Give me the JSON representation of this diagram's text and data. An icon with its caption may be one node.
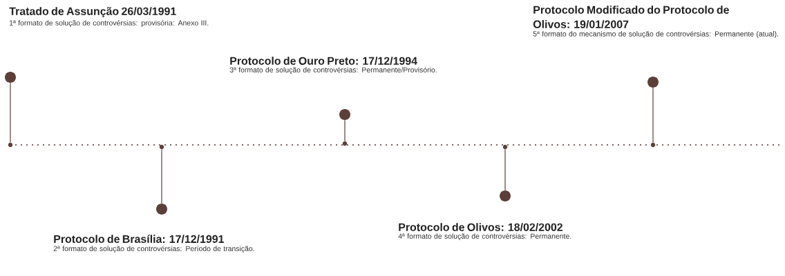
{
  "diagram": {
    "nodes": [
      {
        "text": [
          "Tratado de Assunção 26/03/1991",
          "1ª formato de solução de controvérsias: provisória: Anexo III."
        ]
      },
      {
        "text": [
          "Protocolo de Brasília: 17/12/1991",
          "2ª formato de solução de controvérsias: Período de transição."
        ]
      },
      {
        "text": [
          "Protocolo de Ouro Preto: 17/12/1994",
          "3ª formato de solução de controvérsias: Permanente/Provisório."
        ]
      },
      {
        "text": [
          "Protocolo de Olivos: 18/02/2002",
          "4ª formato de solução de controvérsias: Permanente."
        ]
      },
      {
        "text": [
          "Protocolo Modificado do Protocolo de Olivos: 19/01/2007",
          "5ª formato do mecanismo de solução de controvérsias: Permanente (atual)."
        ]
      },
      {
        "text": [],
        "shape": "circle"
      },
      {
        "text": [],
        "shape": "circle"
      },
      {
        "text": [],
        "shape": "circle"
      },
      {
        "text": [],
        "shape": "circle"
      },
      {
        "text": [],
        "shape": "circle"
      },
      {
        "text": [],
        "shape": "circle"
      },
      {
        "text": [],
        "shape": "circle"
      },
      {
        "text": [],
        "shape": "circle"
      },
      {
        "text": [],
        "shape": "circle"
      },
      {
        "text": [],
        "shape": "circle"
      }
    ],
    "edges": [
      {
        "from": 10,
        "to": 5,
        "arrow": "none"
      },
      {
        "from": 11,
        "to": 6,
        "arrow": "none"
      },
      {
        "from": 12,
        "to": 7,
        "arrow": "none"
      },
      {
        "from": 13,
        "to": 8,
        "arrow": "none"
      },
      {
        "from": 14,
        "to": 9,
        "arrow": "none"
      }
    ]
  }
}
